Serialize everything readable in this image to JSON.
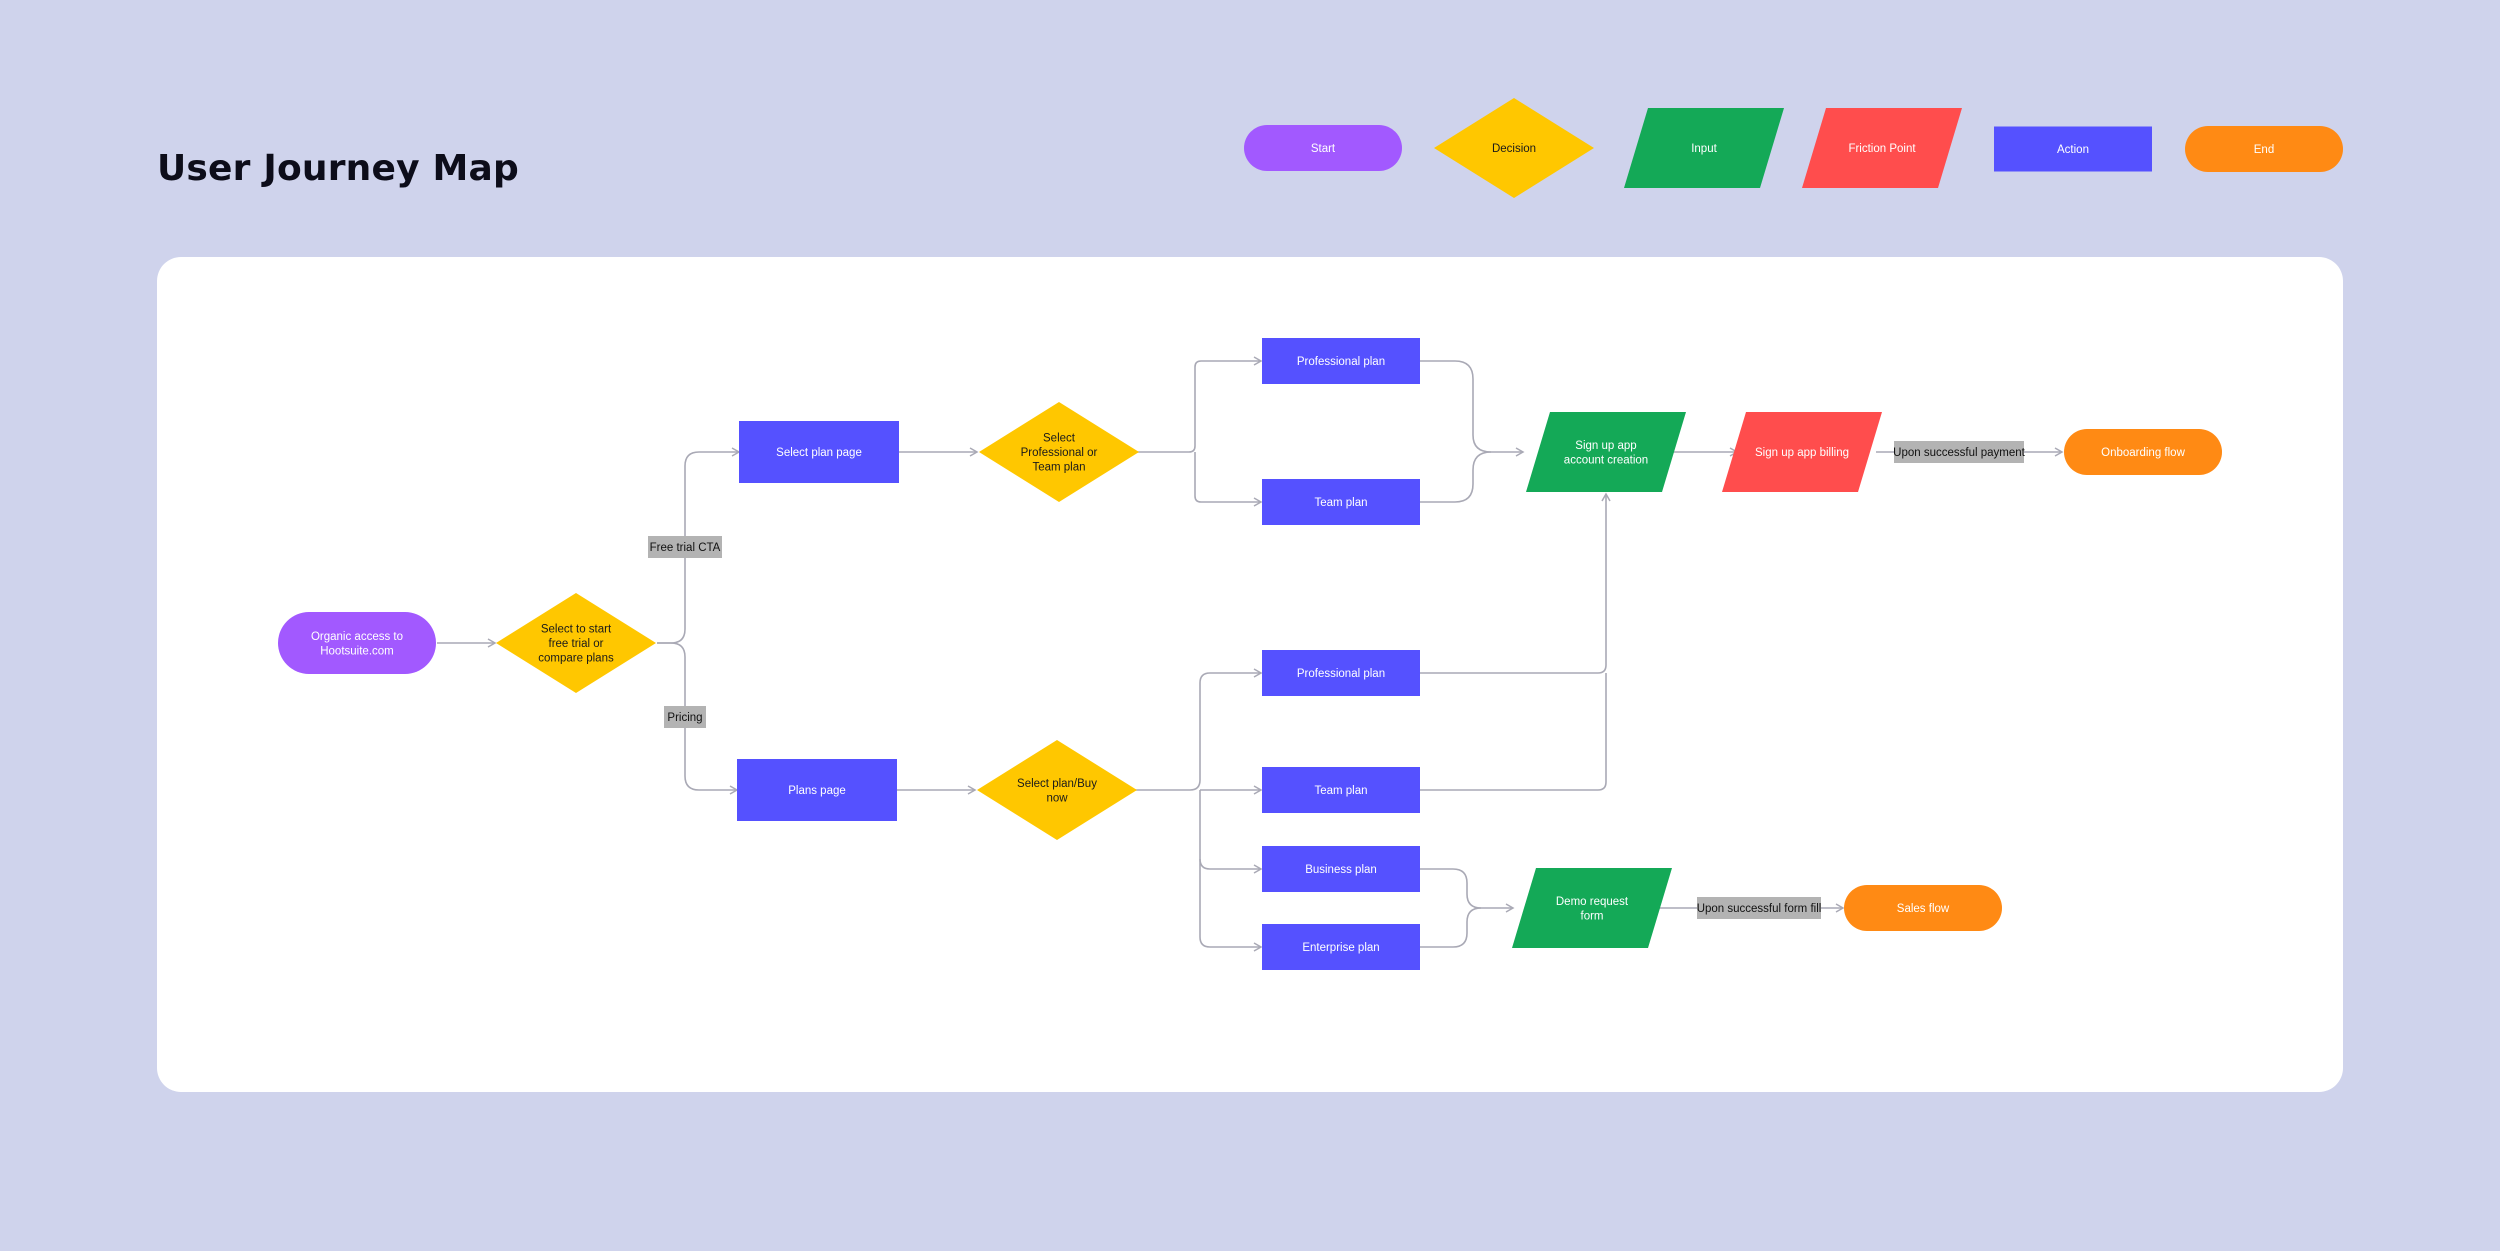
{
  "page": {
    "title": "User Journey Map"
  },
  "colors": {
    "page_bg": "#cfd3ec",
    "canvas_bg": "#ffffff",
    "start": "#a259ff",
    "decision": "#ffc700",
    "input": "#14a957",
    "friction": "#ff4d4d",
    "action": "#5551ff",
    "end": "#ff8a14",
    "label_bg": "#b3b3b3",
    "connector": "#a9a9b5"
  },
  "legend": [
    {
      "id": "start",
      "shape": "pill",
      "label": "Start"
    },
    {
      "id": "decision",
      "shape": "diamond",
      "label": "Decision"
    },
    {
      "id": "input",
      "shape": "parallelogram",
      "label": "Input"
    },
    {
      "id": "friction",
      "shape": "parallelogram",
      "label": "Friction Point"
    },
    {
      "id": "action",
      "shape": "rect",
      "label": "Action"
    },
    {
      "id": "end",
      "shape": "pill",
      "label": "End"
    }
  ],
  "nodes": [
    {
      "id": "organic",
      "kind": "start",
      "text": [
        "Organic access to",
        "Hootsuite.com"
      ]
    },
    {
      "id": "d-start",
      "kind": "decision",
      "text": [
        "Select to start",
        "free trial or",
        "compare plans"
      ]
    },
    {
      "id": "select-plan-page",
      "kind": "action",
      "text": [
        "Select plan page"
      ]
    },
    {
      "id": "plans-page",
      "kind": "action",
      "text": [
        "Plans page"
      ]
    },
    {
      "id": "d-pro-team",
      "kind": "decision",
      "text": [
        "Select",
        "Professional or",
        "Team plan"
      ]
    },
    {
      "id": "d-buy",
      "kind": "decision",
      "text": [
        "Select plan/Buy",
        "now"
      ]
    },
    {
      "id": "pro-top",
      "kind": "action",
      "text": [
        "Professional plan"
      ]
    },
    {
      "id": "team-top",
      "kind": "action",
      "text": [
        "Team plan"
      ]
    },
    {
      "id": "pro-bottom",
      "kind": "action",
      "text": [
        "Professional plan"
      ]
    },
    {
      "id": "team-bottom",
      "kind": "action",
      "text": [
        "Team plan"
      ]
    },
    {
      "id": "business",
      "kind": "action",
      "text": [
        "Business plan"
      ]
    },
    {
      "id": "enterprise",
      "kind": "action",
      "text": [
        "Enterprise plan"
      ]
    },
    {
      "id": "signup-account",
      "kind": "input",
      "text": [
        "Sign up app",
        "account creation"
      ]
    },
    {
      "id": "signup-billing",
      "kind": "friction",
      "text": [
        "Sign up app billing"
      ]
    },
    {
      "id": "onboarding",
      "kind": "end",
      "text": [
        "Onboarding flow"
      ]
    },
    {
      "id": "demo",
      "kind": "input",
      "text": [
        "Demo request",
        "form"
      ]
    },
    {
      "id": "sales",
      "kind": "end",
      "text": [
        "Sales flow"
      ]
    }
  ],
  "edge_labels": [
    {
      "id": "free-trial-cta",
      "text": "Free trial CTA"
    },
    {
      "id": "pricing",
      "text": "Pricing"
    },
    {
      "id": "upon-payment",
      "text": "Upon successful payment"
    },
    {
      "id": "upon-form-fill",
      "text": "Upon successful form fill"
    }
  ]
}
